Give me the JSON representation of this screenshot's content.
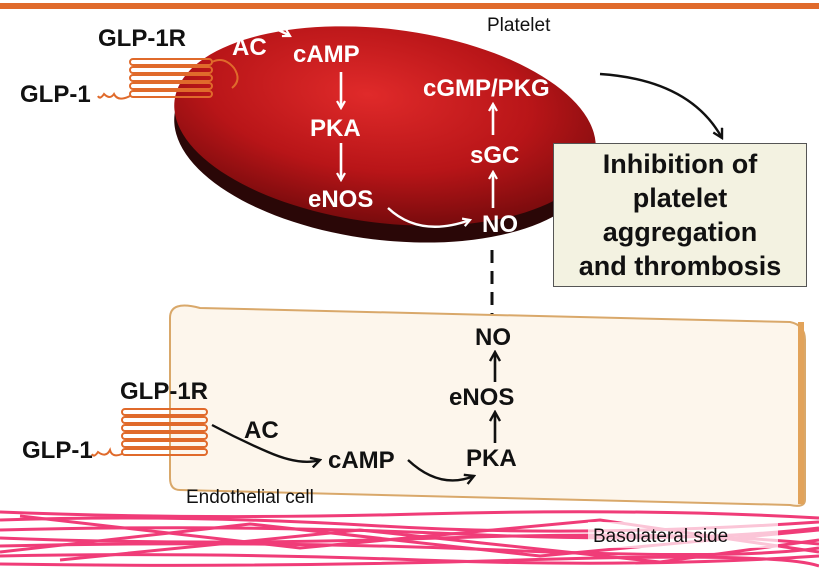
{
  "platelet": {
    "title": "Platelet",
    "receptor": "GLP-1R",
    "ligand": "GLP-1",
    "ac": "AC",
    "camp": "cAMP",
    "pka": "PKA",
    "enos": "eNOS",
    "no": "NO",
    "sgc": "sGC",
    "cgmp_pkg": "cGMP/PKG"
  },
  "outcome": "Inhibition of\nplatelet\naggregation\nand thrombosis",
  "endothelium": {
    "title": "Endothelial cell",
    "receptor": "GLP-1R",
    "ligand": "GLP-1",
    "ac": "AC",
    "camp": "cAMP",
    "pka": "PKA",
    "enos": "eNOS",
    "no": "NO"
  },
  "basolateral": "Basolateral side",
  "colors": {
    "membrane": "#e06a2b",
    "platelet": "#c8171b",
    "platelet_dark": "#3a0a0a",
    "cell_fill": "#fdf6ec",
    "cell_border": "#d9a86a",
    "fibers": "#f03c78",
    "box_fill": "#f3f2e1"
  }
}
